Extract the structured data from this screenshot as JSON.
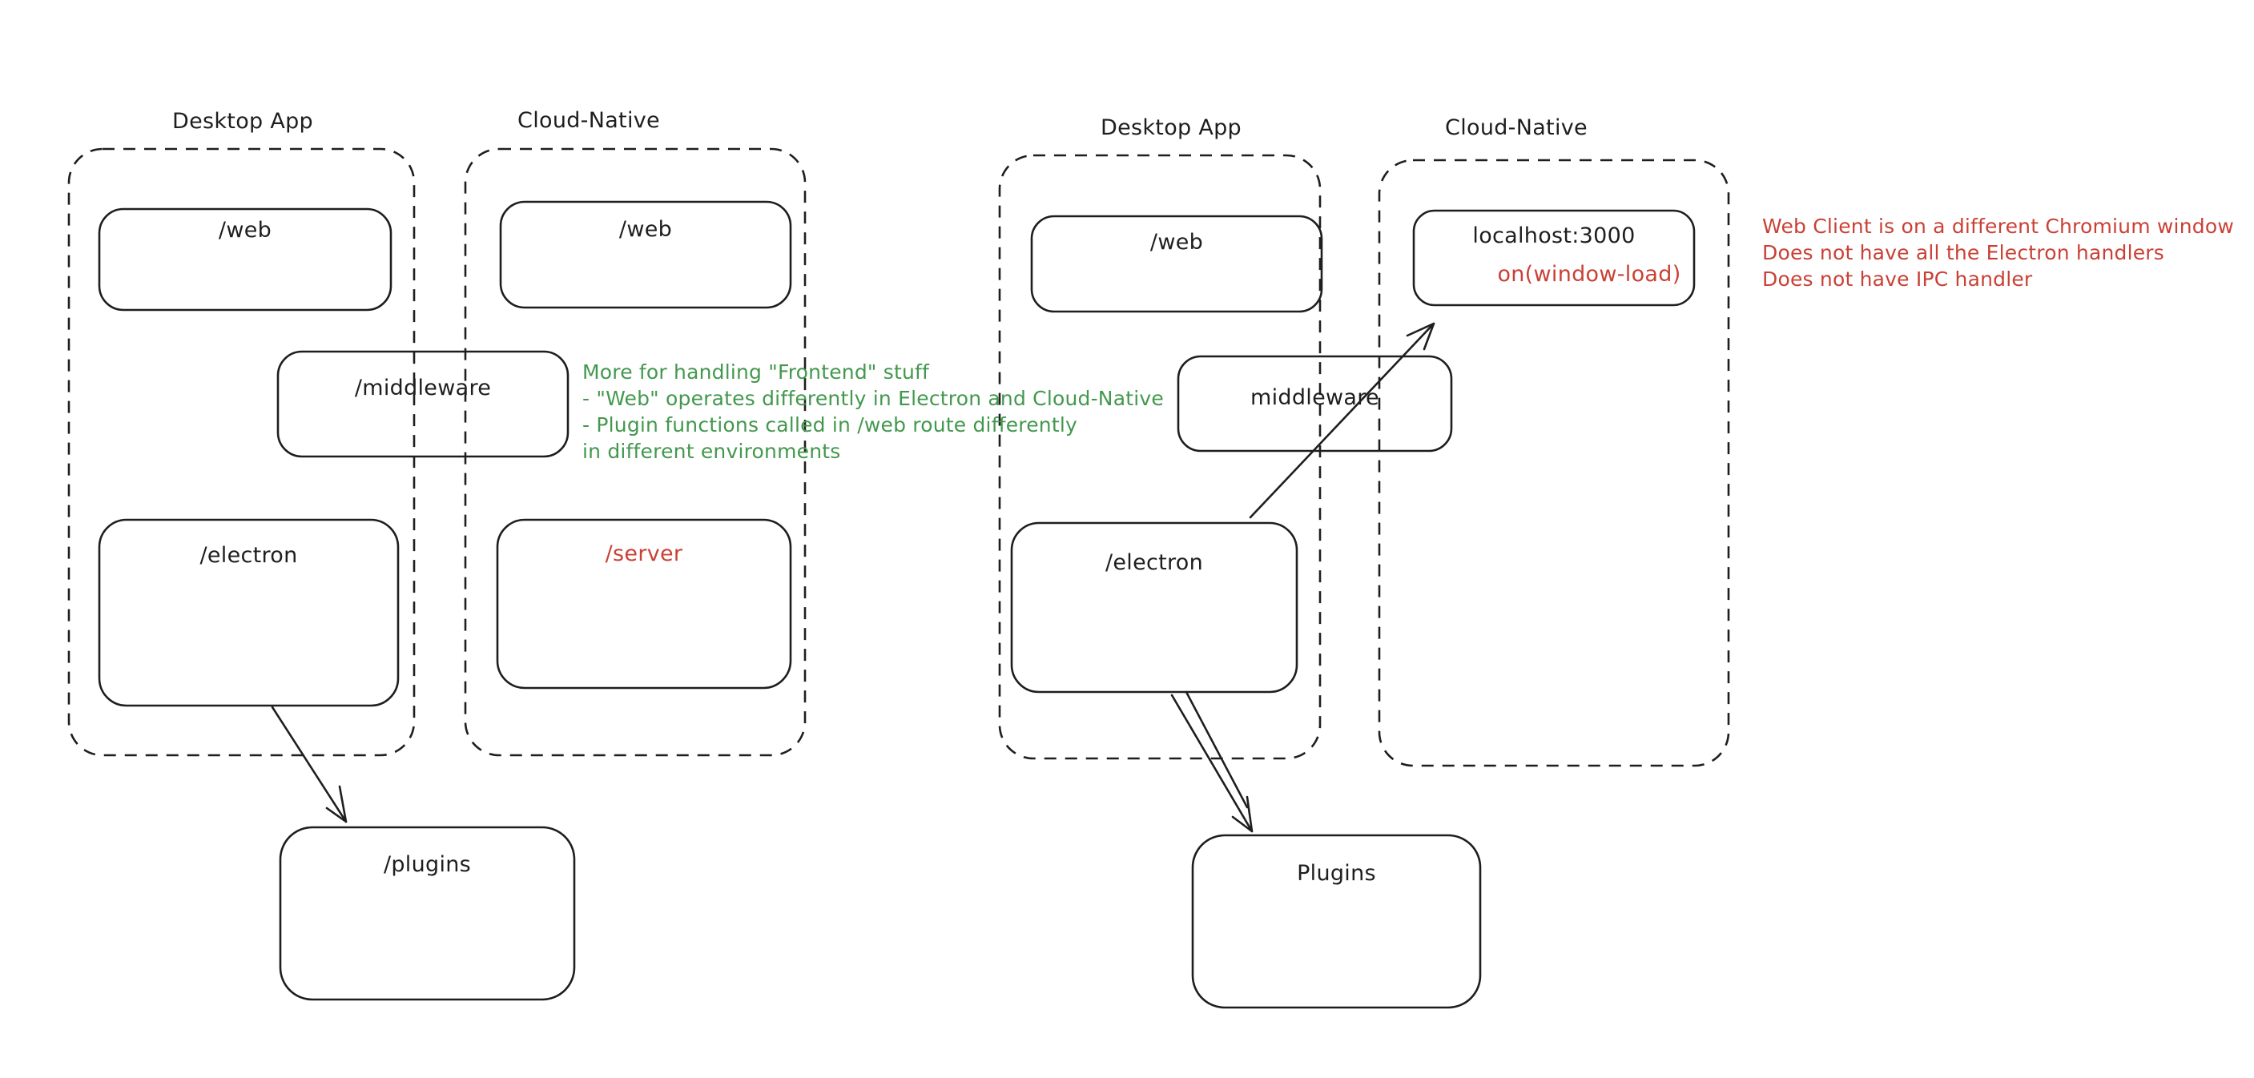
{
  "colors": {
    "ink": "#1e1e1e",
    "green": "#43984e",
    "red": "#c94136",
    "bg": "#ffffff"
  },
  "panels": {
    "left_desktop": {
      "title": "Desktop App"
    },
    "left_cloud": {
      "title": "Cloud-Native"
    },
    "right_desktop": {
      "title": "Desktop App"
    },
    "right_cloud": {
      "title": "Cloud-Native"
    }
  },
  "boxes": {
    "left_web": {
      "label": "/web"
    },
    "cloud_web": {
      "label": "/web"
    },
    "middleware_left": {
      "label": "/middleware"
    },
    "left_electron": {
      "label": "/electron"
    },
    "server": {
      "label": "/server"
    },
    "plugins_left": {
      "label": "/plugins"
    },
    "right_web": {
      "label": "/web"
    },
    "middleware_right": {
      "label": "middleware"
    },
    "right_electron": {
      "label": "/electron"
    },
    "localhost": {
      "label": "localhost:3000",
      "sublabel": "on(window-load)"
    },
    "plugins_right": {
      "label": "Plugins"
    }
  },
  "notes": {
    "green": {
      "lines": [
        "More for handling \"Frontend\" stuff",
        "- \"Web\" operates differently in Electron and Cloud-Native",
        "- Plugin functions called in /web route differently",
        "in different environments"
      ]
    },
    "red": {
      "lines": [
        "Web Client is on a different Chromium window",
        "Does not have all the Electron handlers",
        "Does not have IPC handler"
      ]
    }
  }
}
